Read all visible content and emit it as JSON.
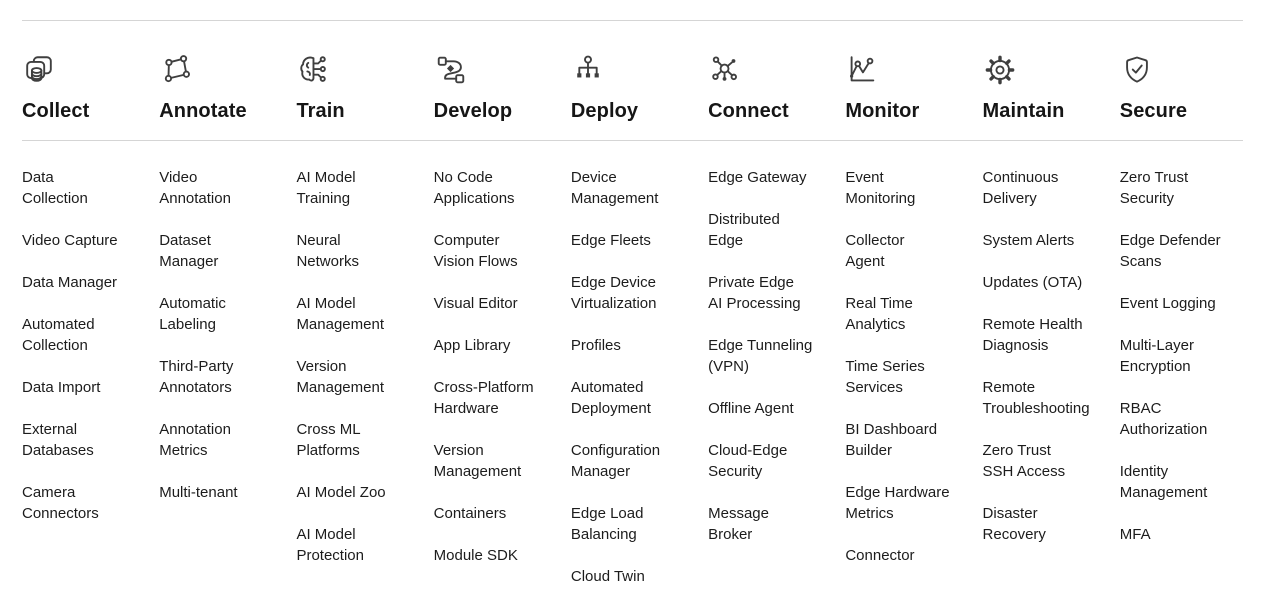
{
  "colors": {
    "background": "#ffffff",
    "heading_text": "#161616",
    "item_text": "#1c1c1c",
    "icon_stroke": "#3f3f3f",
    "divider": "#d5d5d5"
  },
  "columns": [
    {
      "title": "Collect",
      "icon": "database-copy-icon",
      "items": [
        "Data\nCollection",
        "Video Capture",
        "Data Manager",
        "Automated\nCollection",
        "Data Import",
        "External\nDatabases",
        "Camera\nConnectors"
      ]
    },
    {
      "title": "Annotate",
      "icon": "polygon-nodes-icon",
      "items": [
        "Video\nAnnotation",
        "Dataset\nManager",
        "Automatic\nLabeling",
        "Third-Party\nAnnotators",
        "Annotation\nMetrics",
        "Multi-tenant"
      ]
    },
    {
      "title": "Train",
      "icon": "ai-brain-icon",
      "items": [
        "AI Model\nTraining",
        "Neural\nNetworks",
        "AI Model\nManagement",
        "Version\nManagement",
        "Cross ML\nPlatforms",
        "AI Model Zoo",
        "AI Model\nProtection"
      ]
    },
    {
      "title": "Develop",
      "icon": "workflow-route-icon",
      "items": [
        "No Code\nApplications",
        "Computer\nVision Flows",
        "Visual Editor",
        "App Library",
        "Cross-Platform\nHardware",
        "Version\nManagement",
        "Containers",
        "Module SDK"
      ]
    },
    {
      "title": "Deploy",
      "icon": "hierarchy-icon",
      "items": [
        "Device\nManagement",
        "Edge Fleets",
        "Edge Device\nVirtualization",
        "Profiles",
        "Automated\nDeployment",
        "Configuration\nManager",
        "Edge Load\nBalancing",
        "Cloud Twin"
      ]
    },
    {
      "title": "Connect",
      "icon": "network-hub-icon",
      "items": [
        "Edge Gateway",
        "Distributed\nEdge",
        "Private Edge\nAI Processing",
        "Edge Tunneling\n(VPN)",
        "Offline Agent",
        "Cloud-Edge\nSecurity",
        "Message\nBroker"
      ]
    },
    {
      "title": "Monitor",
      "icon": "line-chart-icon",
      "items": [
        "Event\nMonitoring",
        "Collector\nAgent",
        "Real Time\nAnalytics",
        "Time Series\nServices",
        "BI Dashboard\nBuilder",
        "Edge Hardware\nMetrics",
        "Connector"
      ]
    },
    {
      "title": "Maintain",
      "icon": "gear-icon",
      "items": [
        "Continuous\nDelivery",
        "System Alerts",
        "Updates (OTA)",
        "Remote Health\nDiagnosis",
        "Remote\nTroubleshooting",
        "Zero Trust\nSSH Access",
        "Disaster\nRecovery"
      ]
    },
    {
      "title": "Secure",
      "icon": "shield-check-icon",
      "items": [
        "Zero Trust\nSecurity",
        "Edge Defender\nScans",
        "Event Logging",
        "Multi-Layer\nEncryption",
        "RBAC\nAuthorization",
        "Identity\nManagement",
        "MFA"
      ]
    }
  ]
}
